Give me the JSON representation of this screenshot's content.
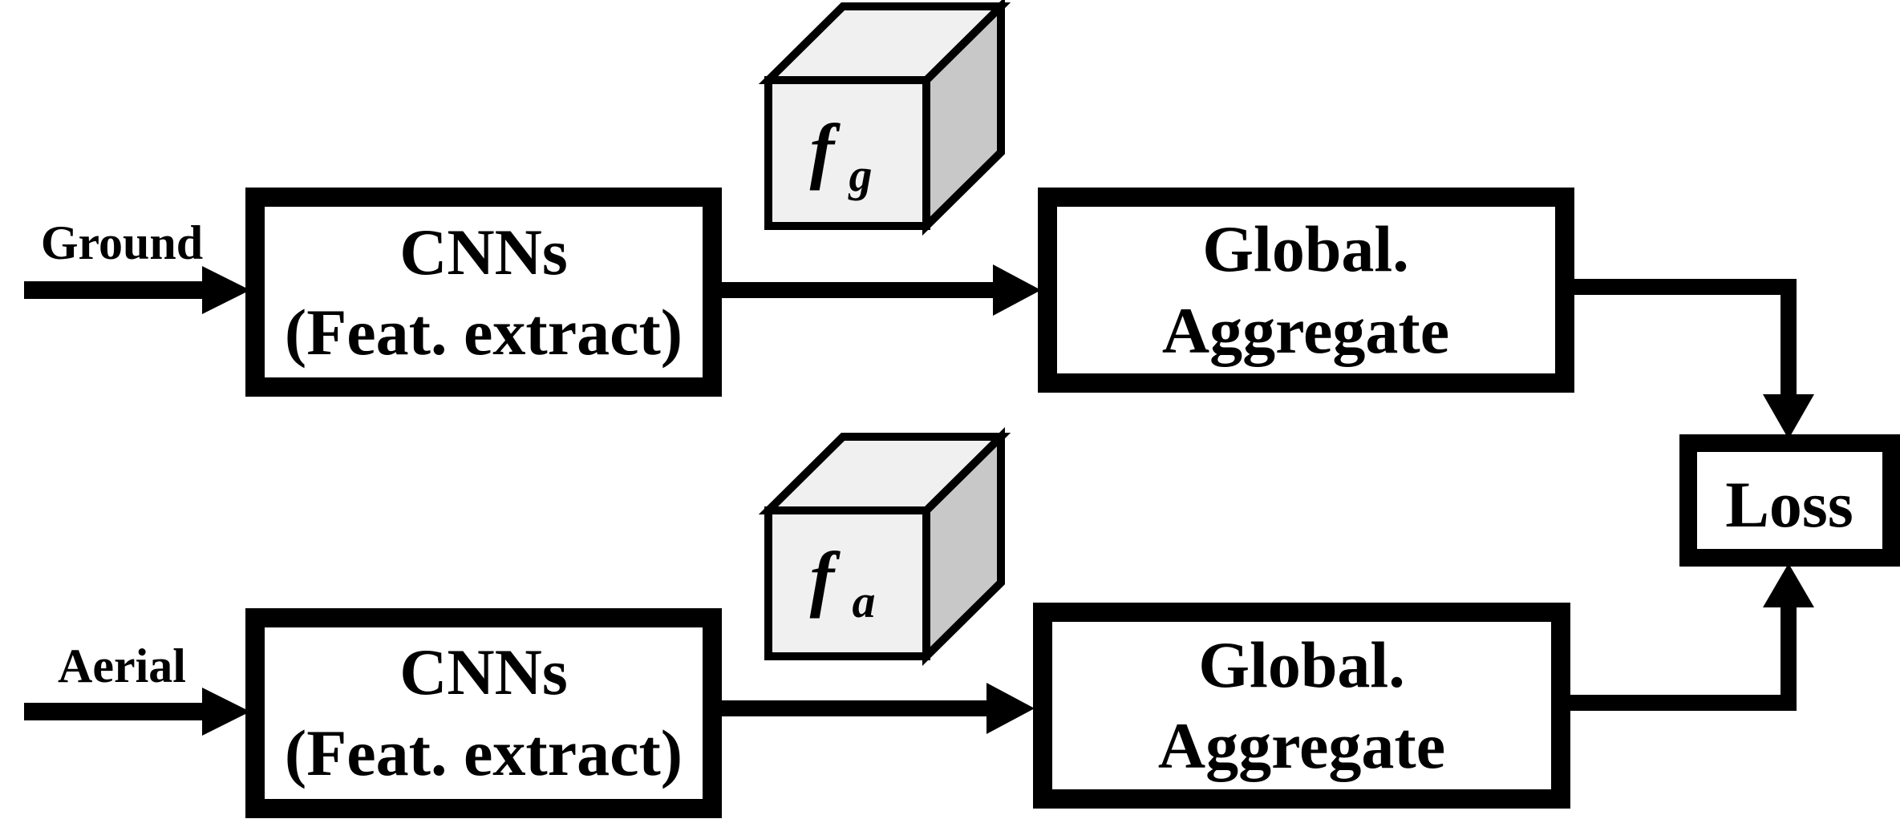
{
  "inputs": {
    "ground": "Ground",
    "aerial": "Aerial"
  },
  "boxes": {
    "cnn_top": {
      "line1": "CNNs",
      "line2": "(Feat. extract)"
    },
    "cnn_bottom": {
      "line1": "CNNs",
      "line2": "(Feat. extract)"
    },
    "agg_top": {
      "line1": "Global.",
      "line2": "Aggregate"
    },
    "agg_bottom": {
      "line1": "Global.",
      "line2": "Aggregate"
    },
    "loss": "Loss"
  },
  "features": {
    "ground": {
      "symbol": "f",
      "subscript": "g"
    },
    "aerial": {
      "symbol": "f",
      "subscript": "a"
    }
  }
}
